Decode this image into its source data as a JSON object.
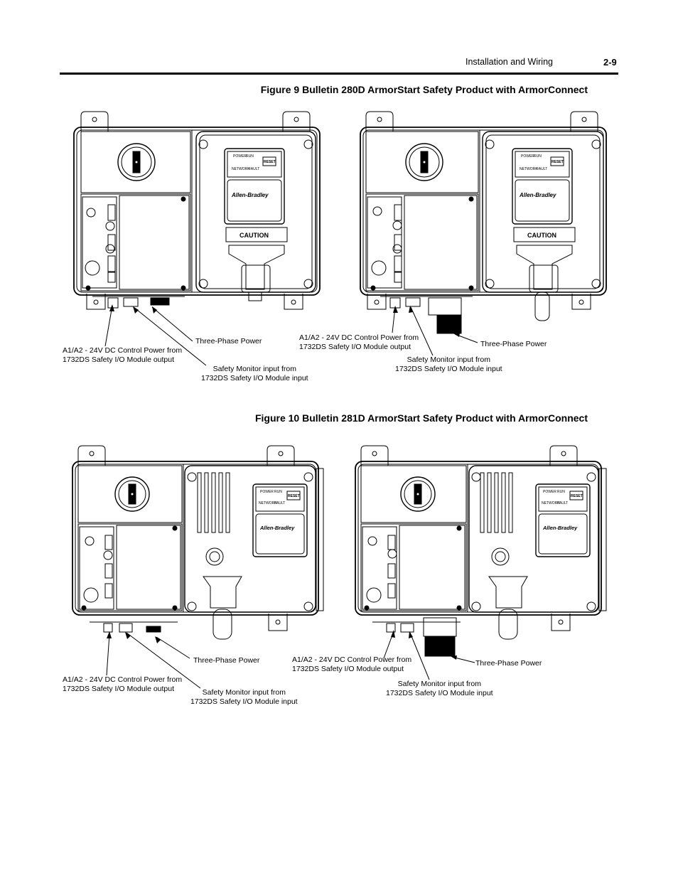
{
  "header": {
    "section": "Installation and Wiring",
    "page": "2-9"
  },
  "figure9": {
    "caption": "Figure 9   Bulletin 280D ArmorStart Safety Product with ArmorConnect",
    "left": {
      "control_power_1": "A1/A2 - 24V DC Control Power from",
      "control_power_2": "1732DS Safety I/O Module output",
      "three_phase": "Three-Phase Power",
      "safety_monitor_1": "Safety Monitor input from",
      "safety_monitor_2": "1732DS Safety I/O Module input"
    },
    "right": {
      "control_power_1": "A1/A2 - 24V DC Control Power from",
      "control_power_2": "1732DS Safety I/O Module output",
      "three_phase": "Three-Phase Power",
      "safety_monitor_1": "Safety Monitor input from",
      "safety_monitor_2": "1732DS Safety I/O Module input"
    }
  },
  "figure10": {
    "caption": "Figure 10 Bulletin 281D ArmorStart Safety Product with ArmorConnect",
    "left": {
      "control_power_1": "A1/A2 - 24V DC Control Power from",
      "control_power_2": "1732DS Safety I/O Module output",
      "three_phase": "Three-Phase Power",
      "safety_monitor_1": "Safety Monitor input from",
      "safety_monitor_2": "1732DS Safety I/O Module input"
    },
    "right": {
      "control_power_1": "A1/A2 - 24V DC Control Power from",
      "control_power_2": "1732DS Safety I/O Module output",
      "three_phase": "Three-Phase Power",
      "safety_monitor_1": "Safety Monitor input from",
      "safety_monitor_2": "1732DS Safety I/O Module input"
    }
  },
  "device": {
    "caution_label": "CAUTION",
    "reset_label": "RESET",
    "brand_label": "Allen-Bradley",
    "power_led": "POWER",
    "run_led": "RUN",
    "network_led": "NETWORK",
    "fault_led": "FAULT"
  }
}
